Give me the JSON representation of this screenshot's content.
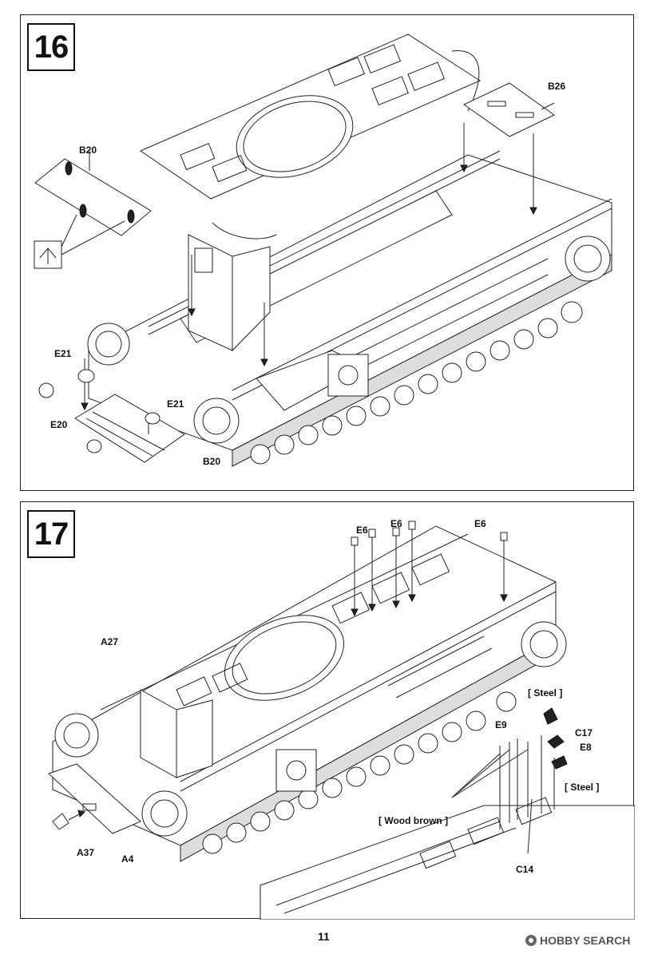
{
  "page": {
    "number": "11"
  },
  "watermark": {
    "text": "HOBBY SEARCH"
  },
  "steps": [
    {
      "number": "16",
      "labels": {
        "b20_top": "B20",
        "b26": "B26",
        "e21_left": "E21",
        "e20": "E20",
        "e21_right": "E21",
        "b20_bottom": "B20"
      }
    },
    {
      "number": "17",
      "labels": {
        "e6_left": "E6",
        "e6_mid": "E6",
        "e6_right": "E6",
        "a27": "A27",
        "steel_top": "[ Steel ]",
        "e9": "E9",
        "c17": "C17",
        "e8": "E8",
        "steel_bottom": "[ Steel ]",
        "wood_brown": "[ Wood brown ]",
        "c14": "C14",
        "a37": "A37",
        "a4": "A4"
      }
    }
  ]
}
